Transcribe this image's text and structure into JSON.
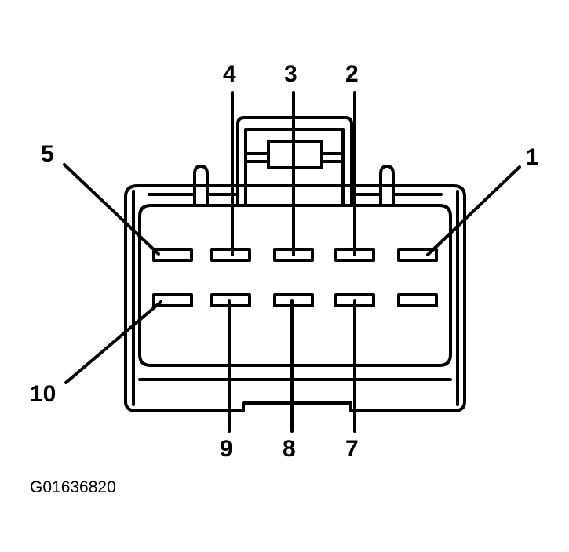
{
  "figure_code": "G01636820",
  "colors": {
    "line": "#000000",
    "background": "#ffffff"
  },
  "pins": [
    {
      "label": "1"
    },
    {
      "label": "2"
    },
    {
      "label": "3"
    },
    {
      "label": "4"
    },
    {
      "label": "5"
    },
    {
      "label": "7"
    },
    {
      "label": "8"
    },
    {
      "label": "9"
    },
    {
      "label": "10"
    }
  ]
}
